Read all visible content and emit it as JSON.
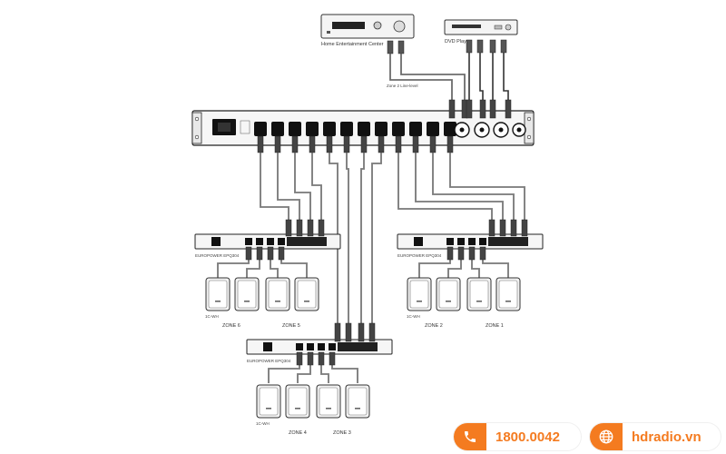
{
  "sources": {
    "home_center": "Home Entertainment Center",
    "dvd": "DVD Player",
    "zone2_line": "Zone 2 Line-level"
  },
  "amps": {
    "left": "EUROPOWER EPQ304",
    "right": "EUROPOWER EPQ304",
    "bottom": "EUROPOWER EPQ304"
  },
  "speaker_model": "1C-WH",
  "zones": {
    "z1": "ZONE 1",
    "z2": "ZONE 2",
    "z3": "ZONE 3",
    "z4": "ZONE 4",
    "z5": "ZONE 5",
    "z6": "ZONE 6"
  },
  "contact": {
    "phone": "1800.0042",
    "website": "hdradio.vn",
    "accent": "#f47b20"
  },
  "icons": [
    "phone-icon",
    "globe-icon"
  ]
}
